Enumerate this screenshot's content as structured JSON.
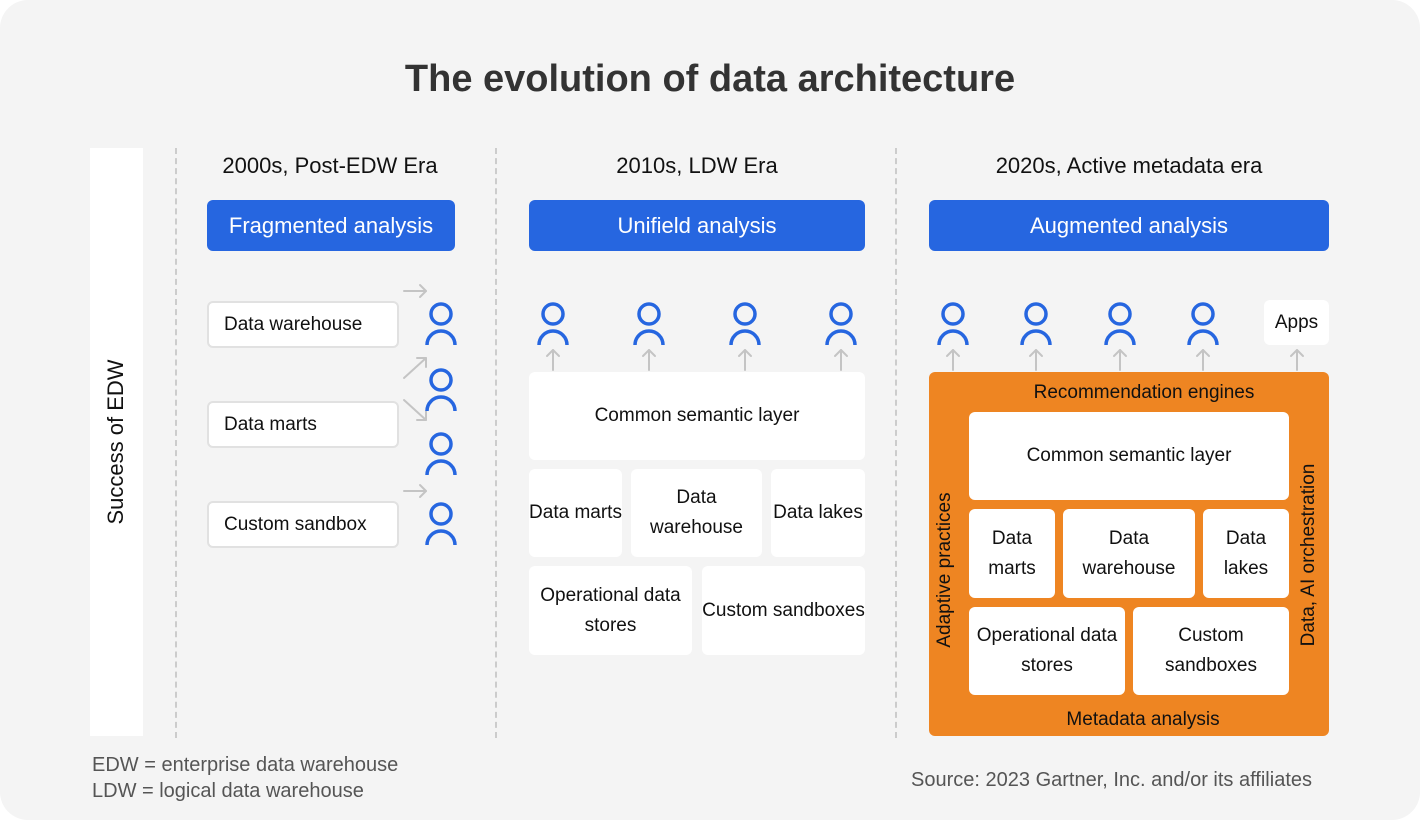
{
  "title": "The evolution of data architecture",
  "side_label": "Success of EDW",
  "eras": [
    {
      "heading": "2000s, Post-EDW Era",
      "pill": "Fragmented analysis",
      "boxes": [
        "Data warehouse",
        "Data marts",
        "Custom sandbox"
      ]
    },
    {
      "heading": "2010s, LDW Era",
      "pill": "Unifield analysis",
      "semantic": "Common semantic layer",
      "row1": [
        "Data marts",
        "Data warehouse",
        "Data lakes"
      ],
      "row2": [
        "Operational data stores",
        "Custom sandboxes"
      ]
    },
    {
      "heading": "2020s, Active metadata era",
      "pill": "Augmented analysis",
      "apps": "Apps",
      "top_label": "Recommendation engines",
      "bottom_label": "Metadata analysis",
      "left_label": "Adaptive practices",
      "right_label": "Data, AI orchestration",
      "semantic": "Common semantic layer",
      "row1": [
        "Data marts",
        "Data warehouse",
        "Data lakes"
      ],
      "row2": [
        "Operational data stores",
        "Custom sandboxes"
      ]
    }
  ],
  "footnotes": [
    "EDW = enterprise data warehouse",
    "LDW = logical data warehouse"
  ],
  "source": "Source: 2023 Gartner, Inc. and/or its affiliates",
  "colors": {
    "accent_blue": "#2666e0",
    "orange": "#ee8522",
    "background": "#f4f4f4"
  },
  "icons": [
    "user-icon",
    "arrow-up-icon",
    "arrow-right-icon"
  ]
}
